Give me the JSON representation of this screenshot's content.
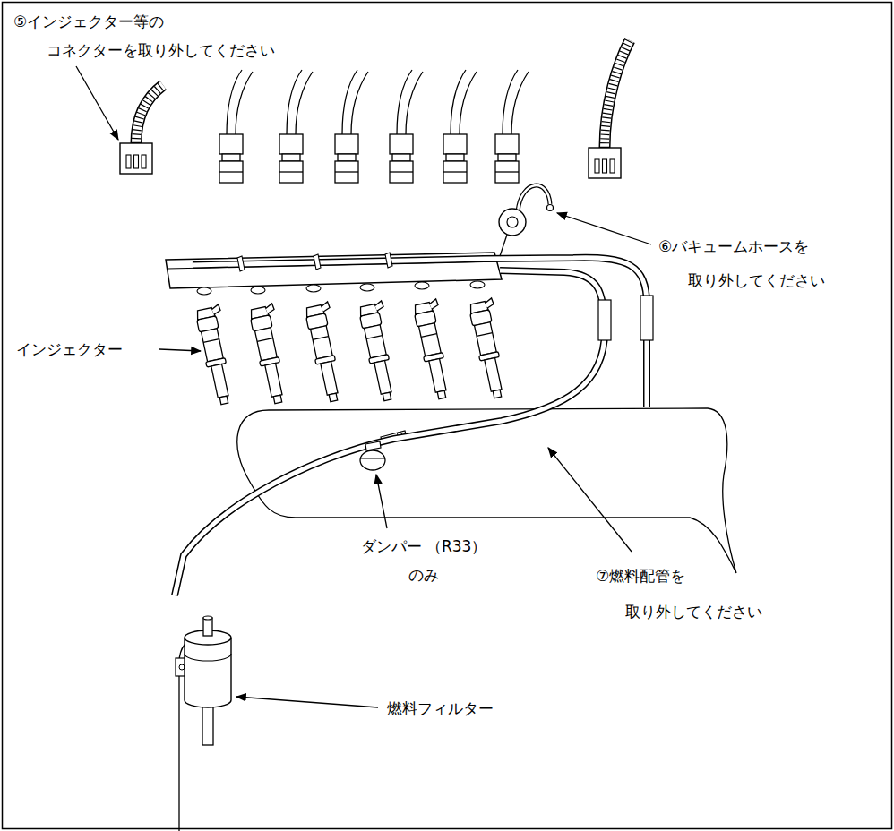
{
  "diagram": {
    "labels": [
      "⑤インジェクター等の コネクターを取り外してください",
      "⑥バキュームホースを 取り外してください",
      "インジェクター",
      "ダンパー （R33）のみ",
      "⑦燃料配管を 取り外してください",
      "燃料フィルター"
    ]
  }
}
